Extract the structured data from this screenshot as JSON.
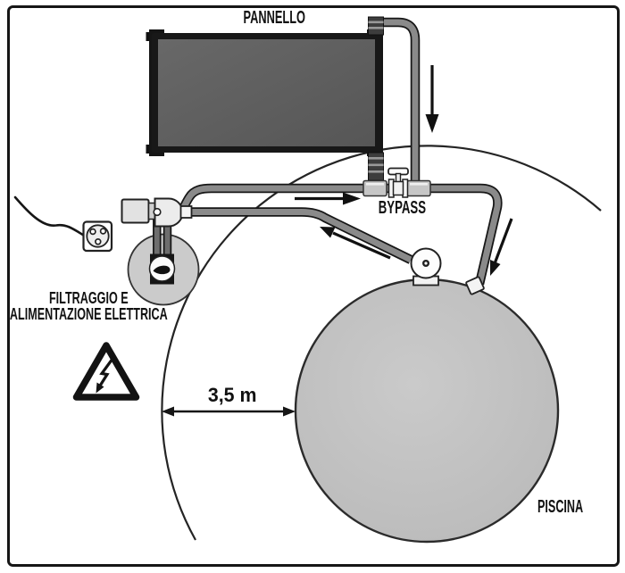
{
  "diagram": {
    "kind": "pool-solar-panel-installation-schematic",
    "labels": {
      "panel": "PANNELLO",
      "bypass": "BYPASS",
      "filtering_line1": "FILTRAGGIO E",
      "filtering_line2": "ALIMENTAZIONE ELETTRICA",
      "pool": "PISCINA",
      "distance": "3,5 m"
    },
    "icons": {
      "socket": "power-socket-icon",
      "hazard": "electrical-hazard-icon",
      "valve": "bypass-valve-icon",
      "pump": "pump-motor-icon",
      "filter": "sand-filter-icon",
      "wheel": "pool-pump-wheel-icon",
      "flow": "flow-arrow-icon"
    },
    "colors": {
      "line": "#1a1a1a",
      "pipe_gray": "#8a8a8a",
      "panel_frame": "#161616",
      "panel_fill": "#5e5e5e",
      "pool_fill": "#c2c2c2",
      "filter_fill": "#cbcbcb",
      "fitting_fill": "#c6c6c6",
      "background": "#ffffff"
    }
  }
}
